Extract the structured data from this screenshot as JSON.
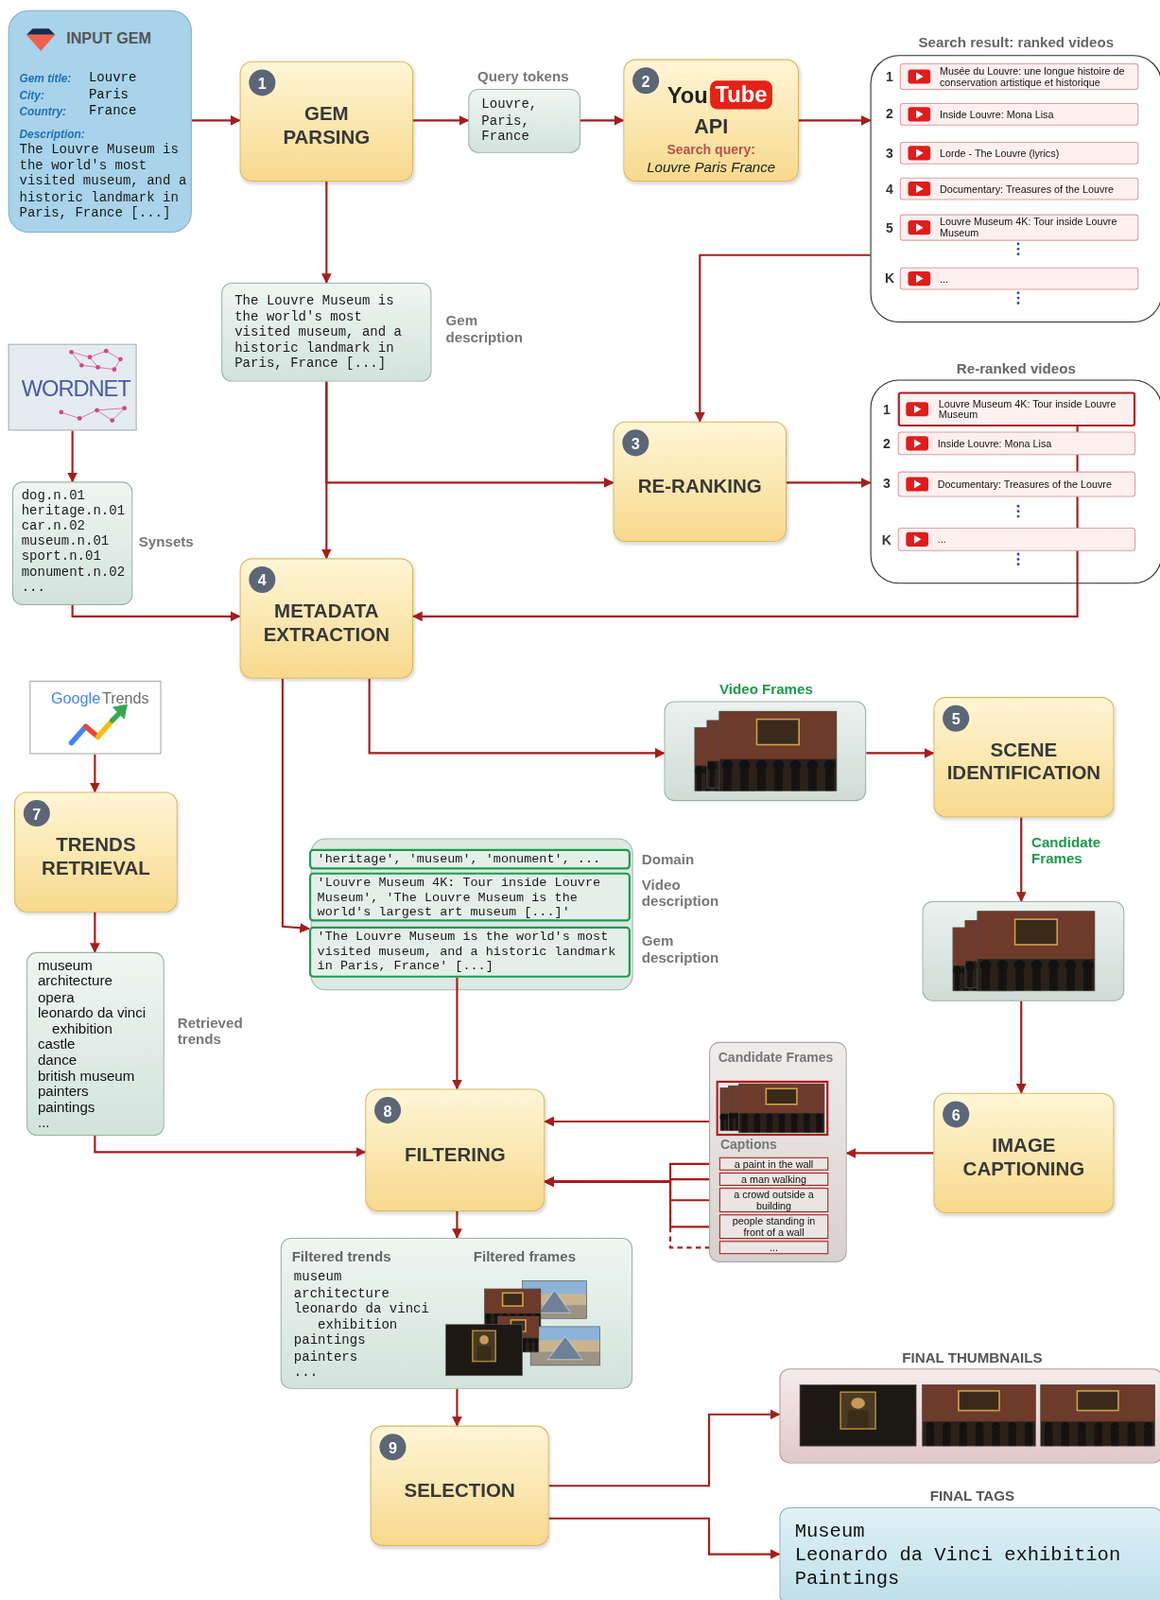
{
  "diagram": {
    "nodes": [
      {
        "text": [
          "INPUT GEM",
          "Gem title:",
          "Louvre",
          "City:",
          "Paris",
          "Country:",
          "France",
          "Description:",
          "The Louvre Museum is the world's most visited museum, and a historic landmark in Paris, France [...]"
        ]
      },
      {
        "text": [
          "GEM PARSING"
        ]
      },
      {
        "text": [
          "1"
        ],
        "in": 1
      },
      {
        "text": [
          "Query tokens",
          "Louvre, Paris, France"
        ]
      },
      {
        "text": [
          "You",
          "Tube",
          "API",
          "Search query:",
          "Louvre Paris France"
        ]
      },
      {
        "text": [
          "2"
        ],
        "in": 4
      },
      {
        "text": [
          "Search result: ranked videos"
        ]
      },
      {
        "text": [
          "Musée du Louvre: une longue histoire de conservation artistique et historique"
        ],
        "in": 6
      },
      {
        "text": [
          "Inside Louvre: Mona Lisa"
        ],
        "in": 6
      },
      {
        "text": [
          "Lorde - The Louvre (lyrics)"
        ],
        "in": 6
      },
      {
        "text": [
          "Documentary: Treasures of the Louvre"
        ],
        "in": 6
      },
      {
        "text": [
          "Louvre Museum 4K: Tour inside Louvre Museum"
        ],
        "in": 6
      },
      {
        "text": [
          "..."
        ],
        "in": 6
      },
      {
        "text": [
          "The Louvre Museum is the world's most visited museum, and a historic landmark in Paris, France [...]",
          "Gem description"
        ]
      },
      {
        "text": [
          "WORDNET"
        ]
      },
      {
        "text": [
          "dog.n.01",
          "heritage.n.01",
          "car.n.02",
          "museum.n.01",
          "sport.n.01",
          "monument.n.02",
          "...",
          "Synsets"
        ]
      },
      {
        "text": [
          "RE-RANKING"
        ]
      },
      {
        "text": [
          "3"
        ],
        "in": 16
      },
      {
        "text": [
          "Re-ranked videos"
        ]
      },
      {
        "text": [
          "Louvre Museum 4K: Tour inside Louvre Museum"
        ],
        "in": 18
      },
      {
        "text": [
          "Inside Louvre: Mona Lisa"
        ],
        "in": 18
      },
      {
        "text": [
          "Documentary: Treasures of the Louvre"
        ],
        "in": 18
      },
      {
        "text": [
          "..."
        ],
        "in": 18
      },
      {
        "text": [
          "METADATA EXTRACTION"
        ]
      },
      {
        "text": [
          "4"
        ],
        "in": 23
      },
      {
        "text": [
          "Google",
          "Trends"
        ]
      },
      {
        "text": [
          "Video Frames"
        ]
      },
      {
        "text": [
          "SCENE IDENTIFICATION"
        ]
      },
      {
        "text": [
          "5"
        ],
        "in": 27
      },
      {
        "text": [
          "TRENDS RETRIEVAL"
        ]
      },
      {
        "text": [
          "7"
        ],
        "in": 29
      },
      {
        "text": [
          "'heritage', 'museum', 'monument', ...",
          "Domain"
        ]
      },
      {
        "text": [
          "'Louvre Museum 4K: Tour inside Louvre Museum', 'The Louvre Museum is the world's largest art museum [...]'",
          "Video description"
        ]
      },
      {
        "text": [
          "'The Louvre Museum is the world's most visited museum, and a historic landmark in Paris, France' [...]",
          "Gem description"
        ]
      },
      {
        "text": [
          "Candidate Frames"
        ]
      },
      {
        "text": [
          "museum",
          "architecture",
          "opera",
          "leonardo da vinci exhibition",
          "castle",
          "dance",
          "british museum",
          "painters",
          "paintings",
          "...",
          "Retrieved trends"
        ]
      },
      {
        "text": [
          "FILTERING"
        ]
      },
      {
        "text": [
          "8"
        ],
        "in": 36
      },
      {
        "text": [
          "IMAGE CAPTIONING"
        ]
      },
      {
        "text": [
          "6"
        ],
        "in": 38
      },
      {
        "text": [
          "Candidate Frames",
          "Captions"
        ]
      },
      {
        "text": [
          "a paint in the wall"
        ],
        "in": 40
      },
      {
        "text": [
          "a man walking"
        ],
        "in": 40
      },
      {
        "text": [
          "a crowd outside a building"
        ],
        "in": 40
      },
      {
        "text": [
          "people standing in front of a wall"
        ],
        "in": 40
      },
      {
        "text": [
          "..."
        ],
        "in": 40
      },
      {
        "text": [
          "Filtered trends",
          "Filtered frames",
          "museum",
          "architecture",
          "leonardo da vinci exhibition",
          "paintings",
          "painters",
          "..."
        ]
      },
      {
        "text": [
          "SELECTION"
        ]
      },
      {
        "text": [
          "9"
        ],
        "in": 47
      },
      {
        "text": [
          "FINAL THUMBNAILS"
        ]
      },
      {
        "text": [
          "FINAL TAGS",
          "Museum",
          "Leonardo da Vinci exhibition",
          "Paintings"
        ]
      }
    ],
    "edges": [
      {
        "from": 0,
        "to": 1,
        "arrow": "to"
      },
      {
        "from": 1,
        "to": 3,
        "arrow": "to"
      },
      {
        "from": 3,
        "to": 4,
        "arrow": "to"
      },
      {
        "from": 4,
        "to": 6,
        "arrow": "to"
      },
      {
        "from": 1,
        "to": 13,
        "arrow": "to"
      },
      {
        "from": 6,
        "to": 16,
        "arrow": "to"
      },
      {
        "from": 13,
        "to": 16,
        "arrow": "to"
      },
      {
        "from": 13,
        "to": 23,
        "arrow": "to"
      },
      {
        "from": 16,
        "to": 18,
        "arrow": "to"
      },
      {
        "from": 14,
        "to": 15,
        "arrow": "to"
      },
      {
        "from": 15,
        "to": 23,
        "arrow": "to"
      },
      {
        "from": 19,
        "to": 23,
        "arrow": "to"
      },
      {
        "from": 23,
        "to": 26,
        "arrow": "to"
      },
      {
        "from": 26,
        "to": 27,
        "arrow": "to"
      },
      {
        "from": 23,
        "to": 33,
        "arrow": "to"
      },
      {
        "from": 25,
        "to": 29,
        "arrow": "to"
      },
      {
        "from": 29,
        "to": 35,
        "arrow": "to"
      },
      {
        "from": 27,
        "to": 34,
        "arrow": "to"
      },
      {
        "from": 34,
        "to": 38,
        "arrow": "to"
      },
      {
        "from": 38,
        "to": 40,
        "arrow": "to"
      },
      {
        "from": 33,
        "to": 36,
        "arrow": "to"
      },
      {
        "from": 35,
        "to": 36,
        "arrow": "to"
      },
      {
        "from": 40,
        "to": 36,
        "arrow": "to"
      },
      {
        "from": 41,
        "to": 36,
        "arrow": "to"
      },
      {
        "from": 42,
        "to": 36,
        "arrow": "to"
      },
      {
        "from": 43,
        "to": 36,
        "arrow": "to"
      },
      {
        "from": 44,
        "to": 36,
        "arrow": "to"
      },
      {
        "from": 45,
        "to": 36,
        "arrow": "to"
      },
      {
        "from": 36,
        "to": 46,
        "arrow": "to"
      },
      {
        "from": 46,
        "to": 47,
        "arrow": "to"
      },
      {
        "from": 47,
        "to": 49,
        "arrow": "to"
      },
      {
        "from": 47,
        "to": 50,
        "arrow": "to"
      }
    ],
    "labels": [
      "1",
      "2",
      "3",
      "4",
      "5",
      "K",
      "1",
      "2",
      "3",
      "K"
    ]
  }
}
